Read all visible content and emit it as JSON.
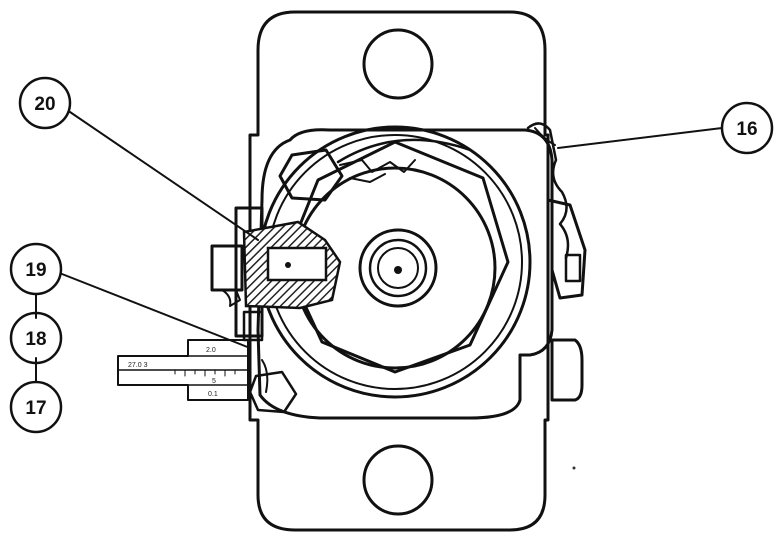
{
  "callouts": [
    {
      "id": "c20",
      "label": "20"
    },
    {
      "id": "c16",
      "label": "16"
    },
    {
      "id": "c19",
      "label": "19"
    },
    {
      "id": "c18",
      "label": "18"
    },
    {
      "id": "c17",
      "label": "17"
    }
  ],
  "gauge_marks": {
    "top": "2.0",
    "left": "27.0 3",
    "middle": "5",
    "bottom": "0.1"
  },
  "colors": {
    "ink": "#111111",
    "paper": "#ffffff",
    "hatch": "#333333"
  }
}
